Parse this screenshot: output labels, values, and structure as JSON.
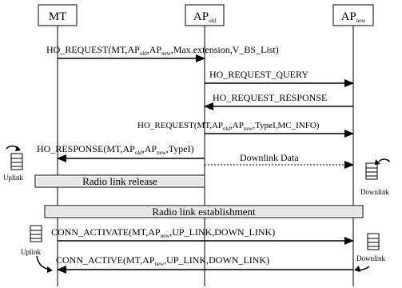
{
  "entities": {
    "mt": {
      "main": "MT",
      "sub": ""
    },
    "ap_old": {
      "main": "AP",
      "sub": "old"
    },
    "ap_new": {
      "main": "AP",
      "sub": "new"
    }
  },
  "messages": {
    "ho_request": [
      {
        "t": "HO_REQUEST(MT,AP"
      },
      {
        "t": "old",
        "sub": true
      },
      {
        "t": ",AP"
      },
      {
        "t": "new",
        "sub": true
      },
      {
        "t": ",Max.extension,V_BS_List)"
      }
    ],
    "ho_request_query": [
      {
        "t": "HO_REQUEST_QUERY"
      }
    ],
    "ho_request_response": [
      {
        "t": "HO_REQUEST_RESPONSE"
      }
    ],
    "ho_request_2": [
      {
        "t": "HO_REQUEST(MT,AP"
      },
      {
        "t": "old",
        "sub": true
      },
      {
        "t": ",AP"
      },
      {
        "t": "new",
        "sub": true
      },
      {
        "t": ",TypeI,MC_INFO)"
      }
    ],
    "ho_response": [
      {
        "t": "HO_RESPONSE(MT,AP"
      },
      {
        "t": "old",
        "sub": true
      },
      {
        "t": ",AP"
      },
      {
        "t": "new",
        "sub": true
      },
      {
        "t": ",TypeI)"
      }
    ],
    "downlink_data": [
      {
        "t": "Downlink Data"
      }
    ],
    "conn_activate": [
      {
        "t": "CONN_ACTIVATE(MT,AP"
      },
      {
        "t": "new",
        "sub": true
      },
      {
        "t": ",UP_LINK,DOWN_LINK)"
      }
    ],
    "conn_active": [
      {
        "t": "CONN_ACTIVE(MT,AP"
      },
      {
        "t": "new",
        "sub": true
      },
      {
        "t": ",UP_LINK,DOWN_LINK)"
      }
    ]
  },
  "bars": {
    "radio_link_release": "Radio link release",
    "radio_link_establishment": "Radio link establishment"
  },
  "side_labels": {
    "uplink_1": "Uplink",
    "downlink_1": "Downlink",
    "uplink_2": "Uplink",
    "downlink_2": "Downlink"
  }
}
